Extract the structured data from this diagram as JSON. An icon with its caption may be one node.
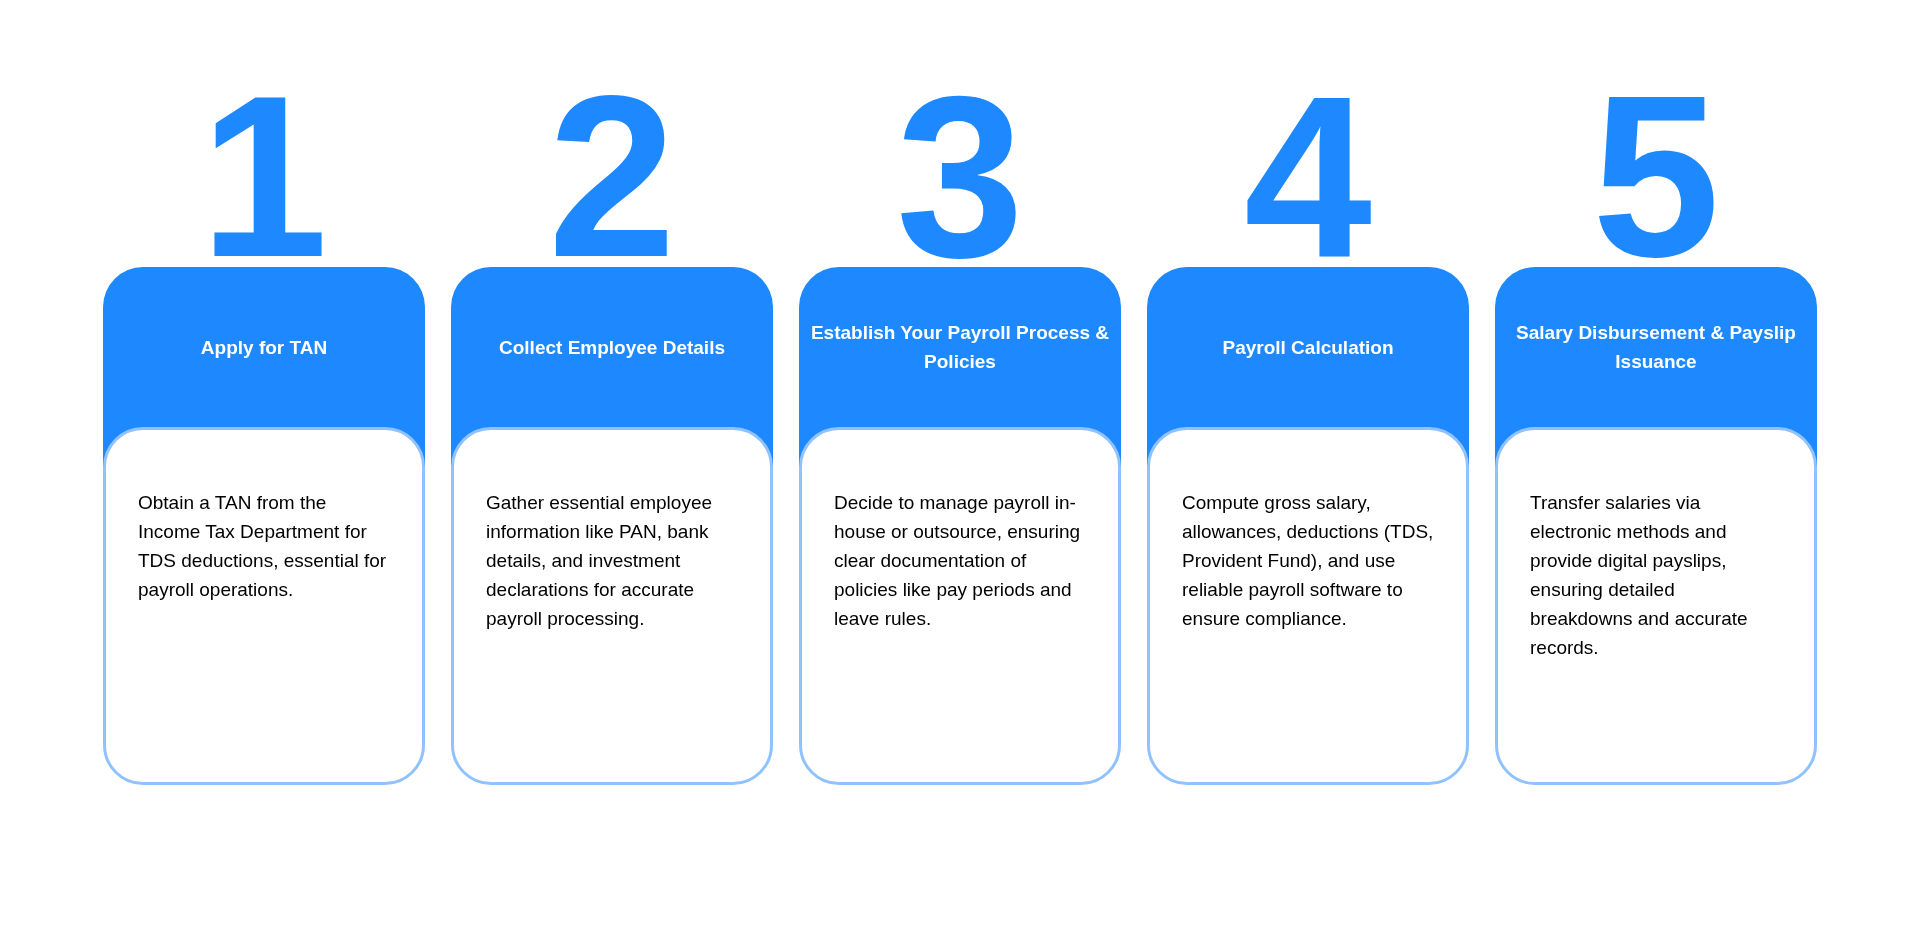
{
  "diagram": {
    "nodes": [
      {
        "text": [
          "Apply for TAN",
          "Obtain a TAN from the Income Tax Department for TDS deductions, essential for payroll operations."
        ],
        "beside": [
          "1"
        ]
      },
      {
        "text": [
          "Collect Employee Details",
          "Gather essential employee information like PAN, bank details, and investment declarations for accurate payroll processing."
        ],
        "beside": [
          "2"
        ]
      },
      {
        "text": [
          "Establish Your Payroll Process & Policies",
          "Decide to manage payroll in-house or outsource, ensuring clear documentation of policies like pay periods and leave rules."
        ],
        "beside": [
          "3"
        ]
      },
      {
        "text": [
          "Payroll Calculation",
          "Compute gross salary, allowances, deductions (TDS, Provident Fund), and use reliable payroll software to ensure compliance."
        ],
        "beside": [
          "4"
        ]
      },
      {
        "text": [
          "Salary Disbursement & Payslip Issuance",
          "Transfer salaries via electronic methods and provide digital payslips, ensuring detailed breakdowns and accurate records."
        ],
        "beside": [
          "5"
        ]
      }
    ]
  }
}
